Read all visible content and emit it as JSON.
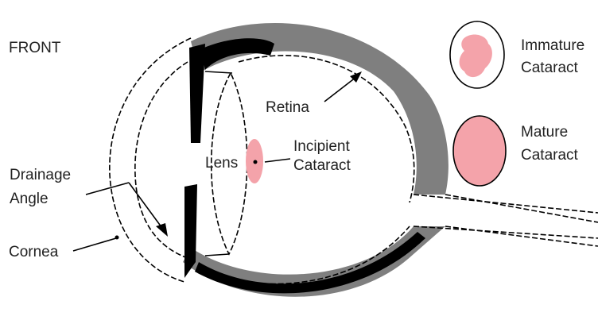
{
  "labels": {
    "front": "FRONT",
    "retina": "Retina",
    "lens": "Lens",
    "incipient_line1": "Incipient",
    "incipient_line2": "Cataract",
    "drainage_line1": "Drainage",
    "drainage_line2": "Angle",
    "cornea": "Cornea",
    "immature_line1": "Immature",
    "immature_line2": "Cataract",
    "mature_line1": "Mature",
    "mature_line2": "Cataract"
  },
  "colors": {
    "ink": "#000000",
    "wall_gray": "#7f7f7f",
    "cataract_pink": "#f4a3aa",
    "background": "#ffffff"
  }
}
